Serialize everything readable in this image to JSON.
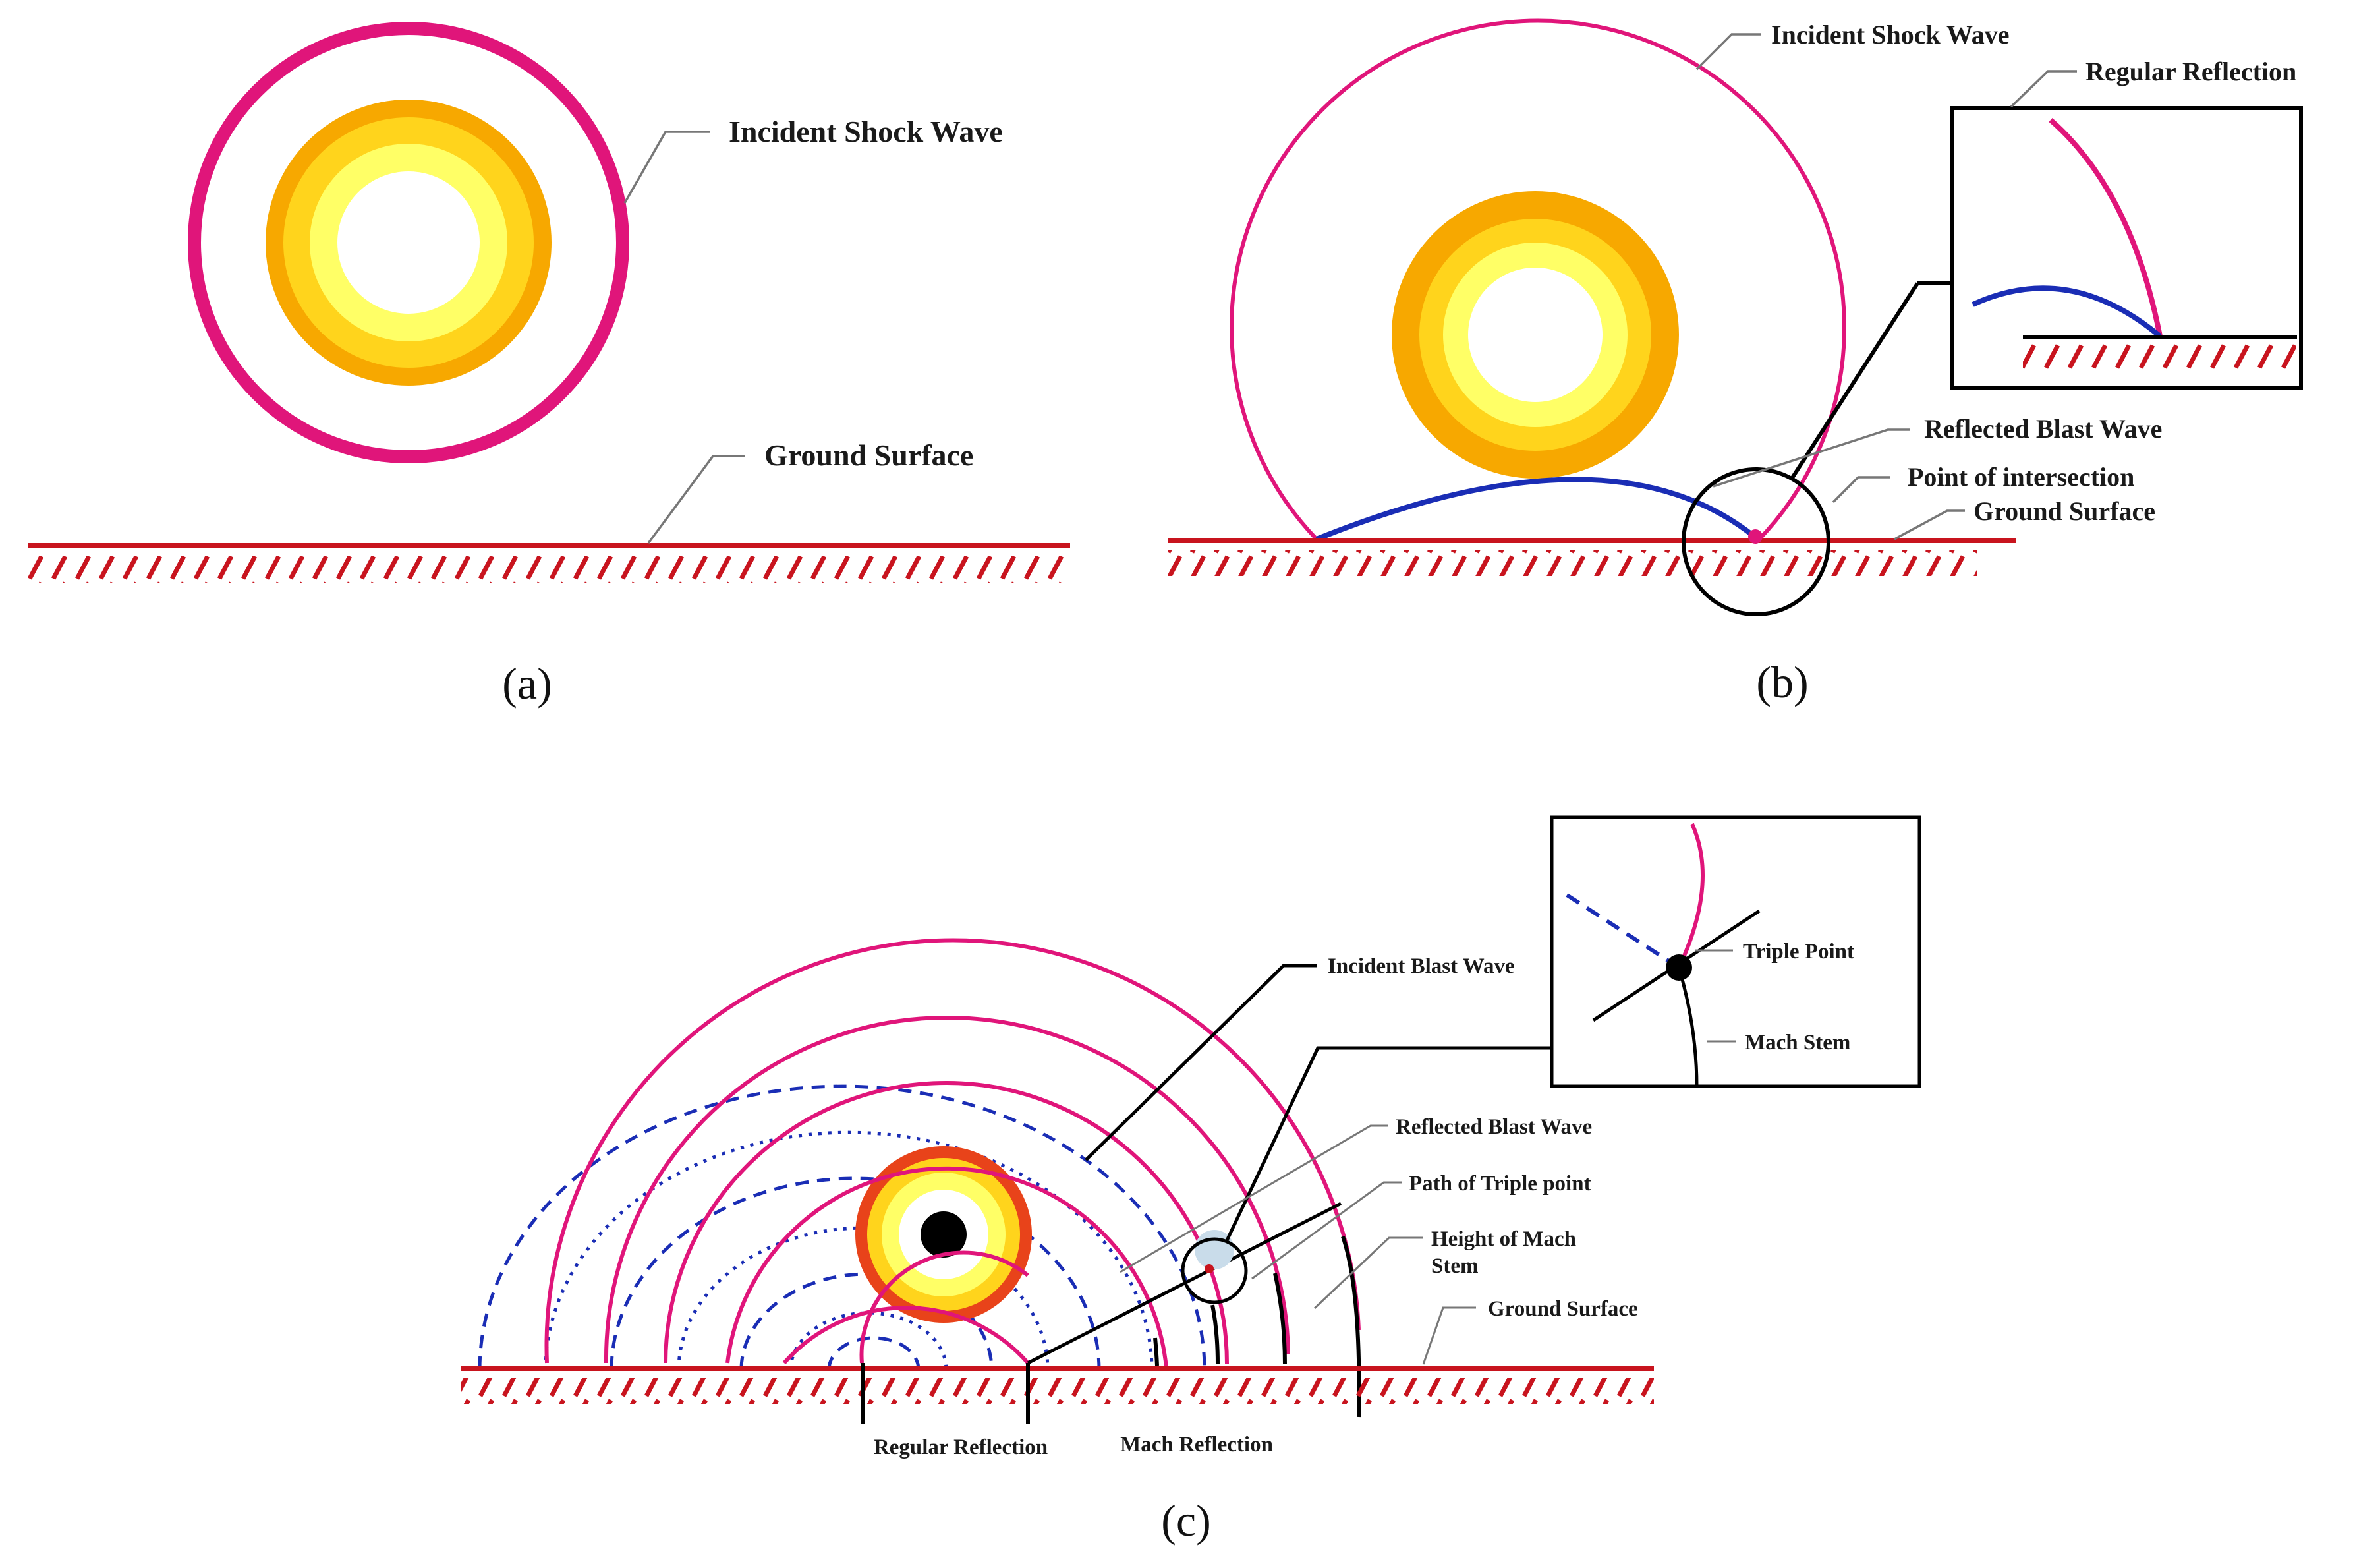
{
  "panels": {
    "a": {
      "caption": "(a)",
      "labels": {
        "incident": "Incident Shock Wave",
        "ground": "Ground Surface"
      }
    },
    "b": {
      "caption": "(b)",
      "labels": {
        "incident": "Incident Shock Wave",
        "regular": "Regular Reflection",
        "reflected": "Reflected Blast Wave",
        "intersection": "Point of intersection",
        "ground": "Ground Surface"
      }
    },
    "c": {
      "caption": "(c)",
      "labels": {
        "incident": "Incident Blast Wave",
        "triple": "Triple Point",
        "mach_stem": "Mach Stem",
        "reflected": "Reflected Blast Wave",
        "path": "Path of Triple point",
        "height_line1": "Height of Mach",
        "height_line2": "Stem",
        "ground": "Ground Surface",
        "regular": "Regular Reflection",
        "mach_reflection": "Mach Reflection"
      }
    }
  },
  "colors": {
    "shock": "#e0157a",
    "reflected": "#1a2db5",
    "ground": "#c8141e",
    "fireball_outer": "#f7a800",
    "fireball_mid": "#ffd41c",
    "fireball_inner": "#ffff66",
    "charge_ring": "#e8431a",
    "line": "#000000"
  }
}
